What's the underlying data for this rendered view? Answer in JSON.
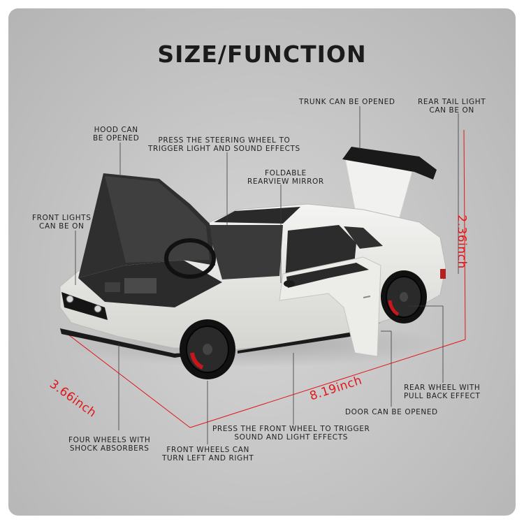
{
  "title": "SIZE/FUNCTION",
  "labels": {
    "trunk": "TRUNK CAN BE OPENED",
    "rear_tail": [
      "REAR TAIL LIGHT",
      "CAN BE ON"
    ],
    "hood": [
      "HOOD CAN",
      "BE OPENED"
    ],
    "steering": [
      "PRESS THE STEERING WHEEL TO",
      "TRIGGER LIGHT AND SOUND EFFECTS"
    ],
    "mirror": [
      "FOLDABLE",
      "REARVIEW MIRROR"
    ],
    "front_lights": [
      "FRONT LIGHTS",
      "CAN BE ON"
    ],
    "rear_wheel": [
      "REAR WHEEL WITH",
      "PULL BACK EFFECT"
    ],
    "door": "DOOR CAN BE OPENED",
    "front_wheel_press": [
      "PRESS THE FRONT WHEEL TO TRIGGER",
      "SOUND AND LIGHT EFFECTS"
    ],
    "four_wheels": [
      "FOUR WHEELS WITH",
      "SHOCK ABSORBERS"
    ],
    "front_wheels_turn": [
      "FRONT WHEELS CAN",
      "TURN LEFT AND RIGHT"
    ]
  },
  "dimensions": {
    "height": "2.36inch",
    "width": "3.66inch",
    "length": "8.19inch"
  },
  "colors": {
    "dimension_line": "#e0161b",
    "car_body": "#e9e9e6",
    "background": "#c4c4c4"
  }
}
